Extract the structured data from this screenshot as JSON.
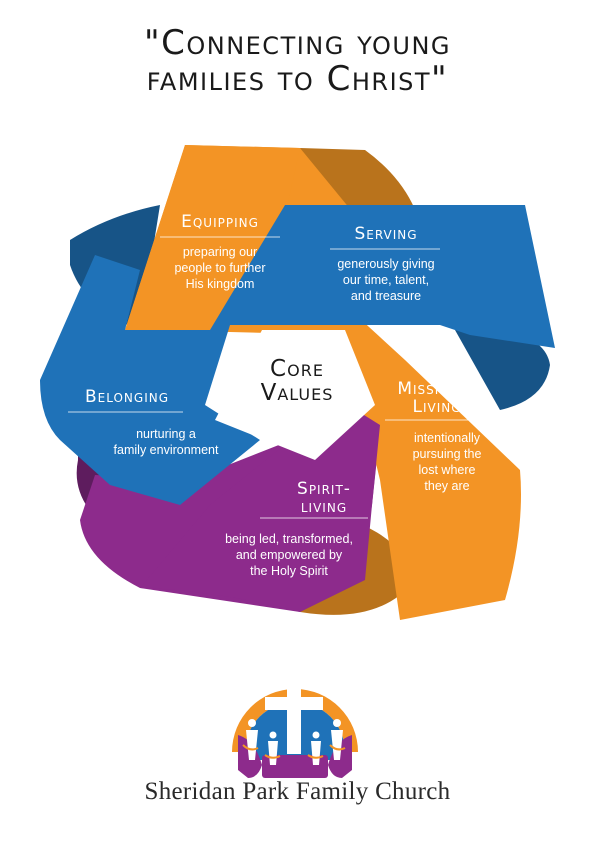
{
  "title": {
    "line1": "\"Connecting young",
    "line2": "families to Christ\""
  },
  "center": {
    "line1": "Core",
    "line2": "Values"
  },
  "values": {
    "equipping": {
      "heading": "Equipping",
      "desc": [
        "preparing our",
        "people to further",
        "His kingdom"
      ]
    },
    "serving": {
      "heading": "Serving",
      "desc": [
        "generously giving",
        "our time, talent,",
        "and treasure"
      ]
    },
    "missional": {
      "heading": [
        "Missional",
        "Living"
      ],
      "desc": [
        "intentionally",
        "pursuing the",
        "lost where",
        "they are"
      ]
    },
    "spirit": {
      "heading": [
        "Spirit-",
        "living"
      ],
      "desc": [
        "being led, transformed,",
        "and empowered by",
        "the Holy Spirit"
      ]
    },
    "belonging": {
      "heading": "Belonging",
      "desc": [
        "nurturing a",
        "family environment"
      ]
    }
  },
  "church_name": "Sheridan Park Family Church",
  "colors": {
    "orange": "#f39425",
    "orange_dark": "#b9731c",
    "blue": "#1f72b8",
    "blue_dark": "#175487",
    "purple": "#8d2b8c",
    "purple_dark": "#5e1c5e"
  }
}
